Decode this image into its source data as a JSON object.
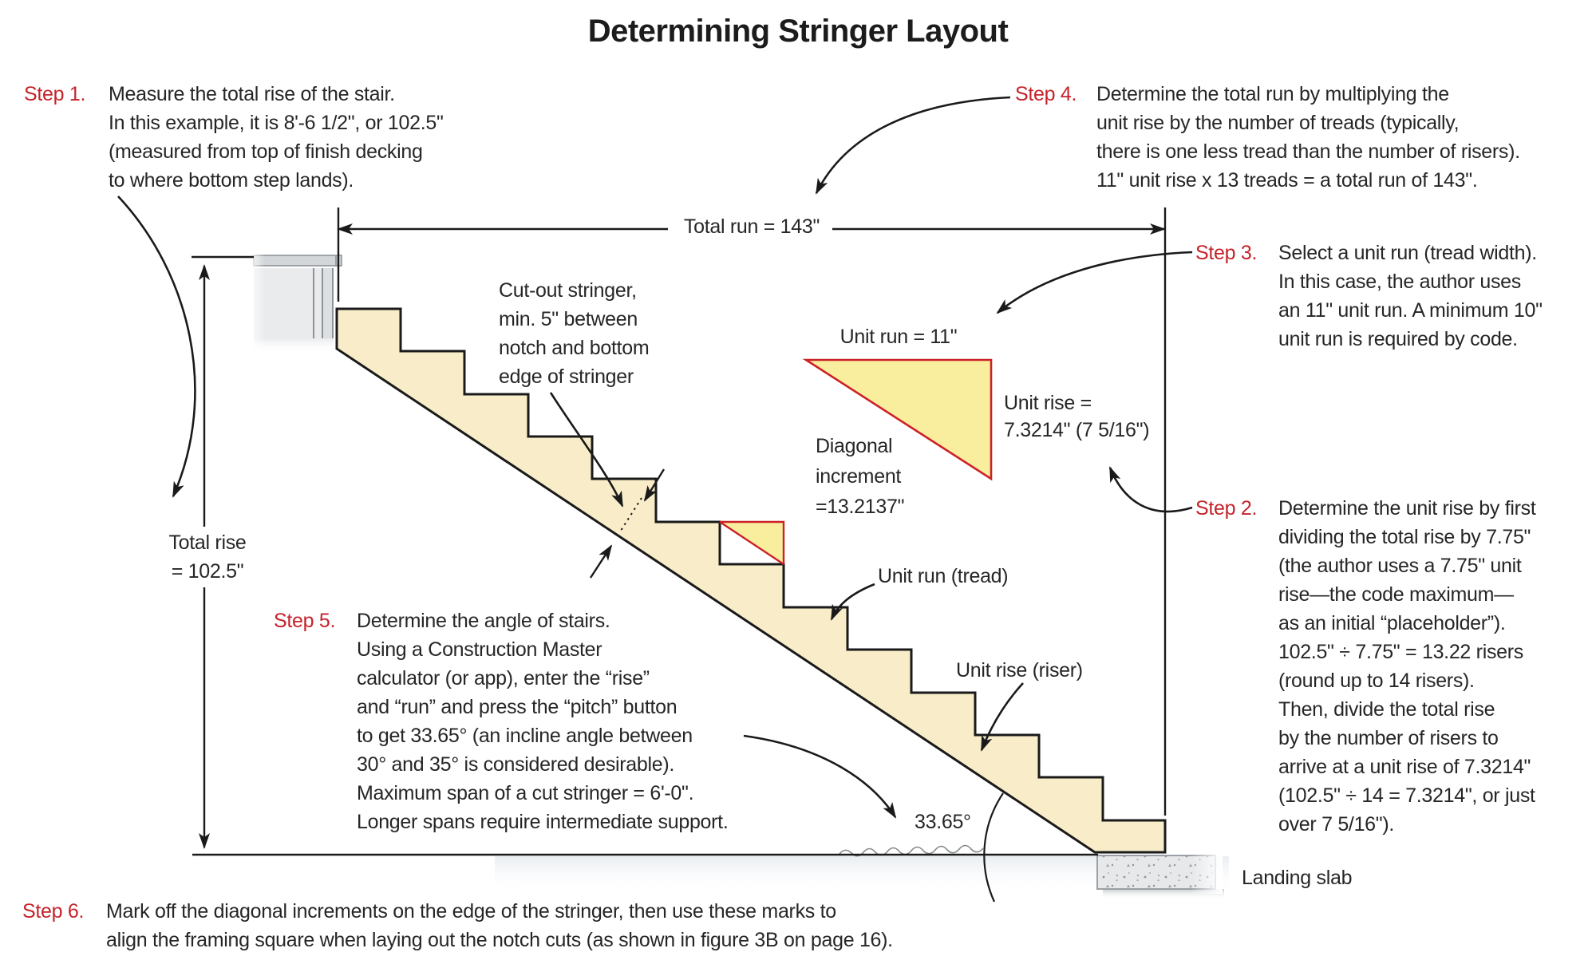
{
  "title": "Determining Stringer Layout",
  "steps": [
    {
      "label": "Step 1.",
      "text": "Measure the total rise of the stair.\nIn this example, it is 8'-6 1/2\", or 102.5\"\n(measured from top of finish decking\nto where bottom step lands)."
    },
    {
      "label": "Step 2.",
      "text": "Determine the unit rise by first\ndividing the total rise by 7.75\"\n(the author uses a 7.75\" unit\nrise—the code maximum—\nas an initial “placeholder”).\n102.5\" ÷ 7.75\" = 13.22 risers\n(round up to 14 risers).\nThen, divide the total rise\nby the number of risers to\narrive at a unit rise of 7.3214\"\n(102.5\" ÷ 14 = 7.3214\", or just\nover 7 5/16\")."
    },
    {
      "label": "Step 3.",
      "text": "Select a unit run (tread width).\nIn this case, the author uses\nan 11\" unit run. A minimum 10\"\nunit run is required by code."
    },
    {
      "label": "Step 4.",
      "text": "Determine the total run by multiplying the\nunit rise by the number of treads (typically,\nthere is one less tread than the number of risers).\n11\" unit rise x 13 treads = a total run of 143\"."
    },
    {
      "label": "Step 5.",
      "text": "Determine the angle of stairs.\nUsing a Construction Master\ncalculator (or app), enter the “rise”\nand “run” and press the “pitch” button\nto get 33.65° (an incline angle between\n30° and 35° is considered desirable).\nMaximum span of a cut stringer = 6'-0\".\nLonger spans require intermediate support."
    },
    {
      "label": "Step 6.",
      "text": "Mark off the diagonal increments on the edge of the stringer, then use these marks to\nalign the framing square when laying out the notch cuts (as shown in figure 3B on page 16)."
    }
  ],
  "labels": {
    "total_run": "Total run = 143\"",
    "total_rise": "Total rise\n= 102.5\"",
    "cutout_stringer": "Cut-out stringer,\nmin. 5\" between\nnotch and bottom\nedge of stringer",
    "unit_run_triangle": "Unit run = 11\"",
    "unit_rise_triangle": "Unit rise =\n7.3214\" (7 5/16\")",
    "diagonal_increment": "Diagonal\nincrement\n=13.2137\"",
    "unit_run_tread": "Unit run (tread)",
    "unit_rise_riser": "Unit rise (riser)",
    "angle": "33.65°",
    "landing_slab": "Landing slab"
  },
  "values": {
    "total_rise_in": 102.5,
    "total_run_in": 143,
    "unit_run_in": 11,
    "unit_rise_in": 7.3214,
    "diagonal_increment_in": 13.2137,
    "stair_angle_deg": 33.65,
    "riser_count": 14,
    "tread_count": 13
  },
  "colors": {
    "step_label_red": "#c5232b",
    "stringer_fill": "#f8edc8",
    "triangle_fill": "#f9ee9e",
    "triangle_stroke": "#cc2127",
    "line_black": "#1a1a1a",
    "deck_gray": "#e9ebed",
    "slab_gray": "#e6e8e9"
  }
}
